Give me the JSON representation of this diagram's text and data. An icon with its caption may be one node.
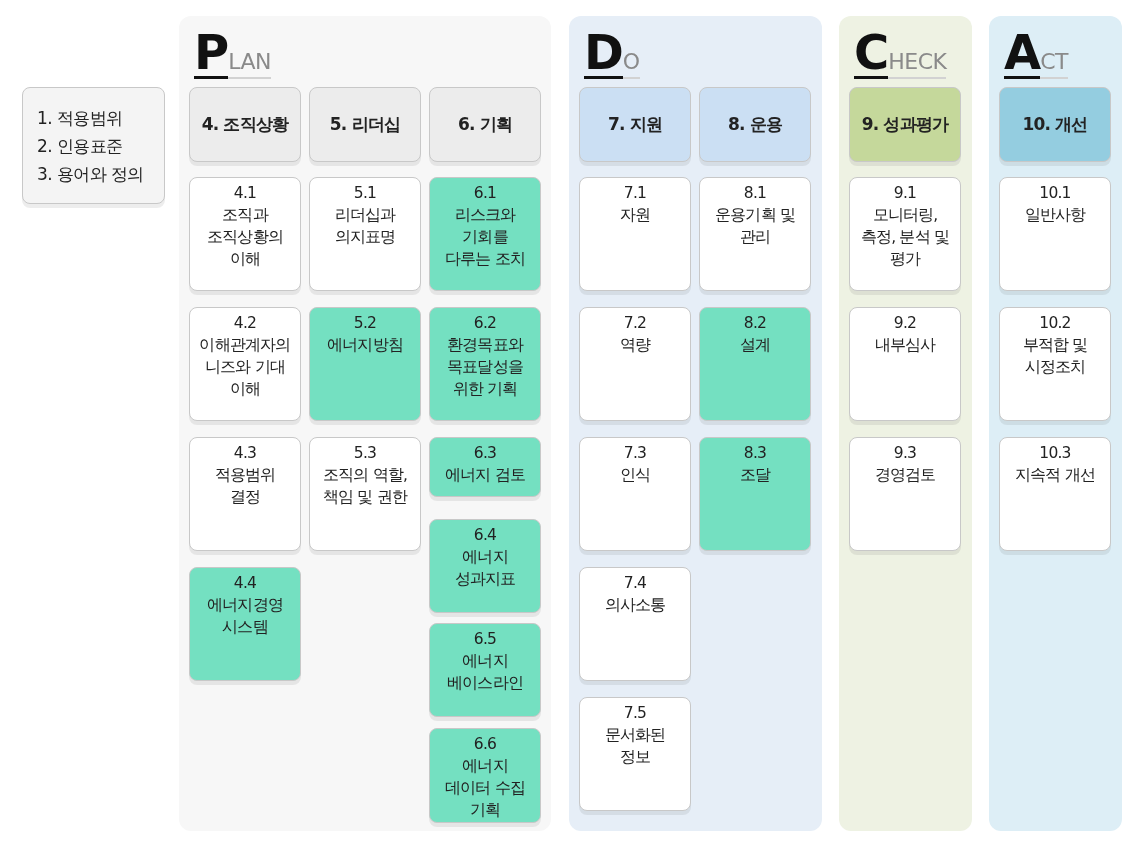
{
  "diagram": {
    "nodes": [
      {
        "text": [
          "1. 적용범위",
          "2. 인용표준",
          "3. 용어와 정의"
        ]
      },
      {
        "text": [
          "PLAN"
        ]
      },
      {
        "text": [
          "4. 조직상황"
        ],
        "in": 1
      },
      {
        "text": [
          "4.1",
          "조직과 조직상황의 이해"
        ],
        "in": 1
      },
      {
        "text": [
          "4.2",
          "이해관계자의 니즈와 기대 이해"
        ],
        "in": 1
      },
      {
        "text": [
          "4.3",
          "적용범위 결정"
        ],
        "in": 1
      },
      {
        "text": [
          "4.4",
          "에너지경영 시스템"
        ],
        "in": 1
      },
      {
        "text": [
          "5. 리더십"
        ],
        "in": 1
      },
      {
        "text": [
          "5.1",
          "리더십과 의지표명"
        ],
        "in": 1
      },
      {
        "text": [
          "5.2",
          "에너지방침"
        ],
        "in": 1
      },
      {
        "text": [
          "5.3",
          "조직의 역할, 책임 및 권한"
        ],
        "in": 1
      },
      {
        "text": [
          "6. 기획"
        ],
        "in": 1
      },
      {
        "text": [
          "6.1",
          "리스크와 기회를 다루는 조치"
        ],
        "in": 1
      },
      {
        "text": [
          "6.2",
          "환경목표와 목표달성을 위한 기획"
        ],
        "in": 1
      },
      {
        "text": [
          "6.3",
          "에너지 검토"
        ],
        "in": 1
      },
      {
        "text": [
          "6.4",
          "에너지 성과지표"
        ],
        "in": 1
      },
      {
        "text": [
          "6.5",
          "에너지 베이스라인"
        ],
        "in": 1
      },
      {
        "text": [
          "6.6",
          "에너지 데이터 수집 기획"
        ],
        "in": 1
      },
      {
        "text": [
          "DO"
        ]
      },
      {
        "text": [
          "7. 지원"
        ],
        "in": 18
      },
      {
        "text": [
          "7.1",
          "자원"
        ],
        "in": 18
      },
      {
        "text": [
          "7.2",
          "역량"
        ],
        "in": 18
      },
      {
        "text": [
          "7.3",
          "인식"
        ],
        "in": 18
      },
      {
        "text": [
          "7.4",
          "의사소통"
        ],
        "in": 18
      },
      {
        "text": [
          "7.5",
          "문서화된 정보"
        ],
        "in": 18
      },
      {
        "text": [
          "8. 운용"
        ],
        "in": 18
      },
      {
        "text": [
          "8.1",
          "운용기획 및 관리"
        ],
        "in": 18
      },
      {
        "text": [
          "8.2",
          "설계"
        ],
        "in": 18
      },
      {
        "text": [
          "8.3",
          "조달"
        ],
        "in": 18
      },
      {
        "text": [
          "CHECK"
        ]
      },
      {
        "text": [
          "9. 성과평가"
        ],
        "in": 29
      },
      {
        "text": [
          "9.1",
          "모니터링, 측정, 분석 및 평가"
        ],
        "in": 29
      },
      {
        "text": [
          "9.2",
          "내부심사"
        ],
        "in": 29
      },
      {
        "text": [
          "9.3",
          "경영검토"
        ],
        "in": 29
      },
      {
        "text": [
          "ACT"
        ]
      },
      {
        "text": [
          "10. 개선"
        ],
        "in": 34
      },
      {
        "text": [
          "10.1",
          "일반사항"
        ],
        "in": 34
      },
      {
        "text": [
          "10.2",
          "부적합 및 시정조치"
        ],
        "in": 34
      },
      {
        "text": [
          "10.3",
          "지속적 개선"
        ],
        "in": 34
      }
    ]
  }
}
